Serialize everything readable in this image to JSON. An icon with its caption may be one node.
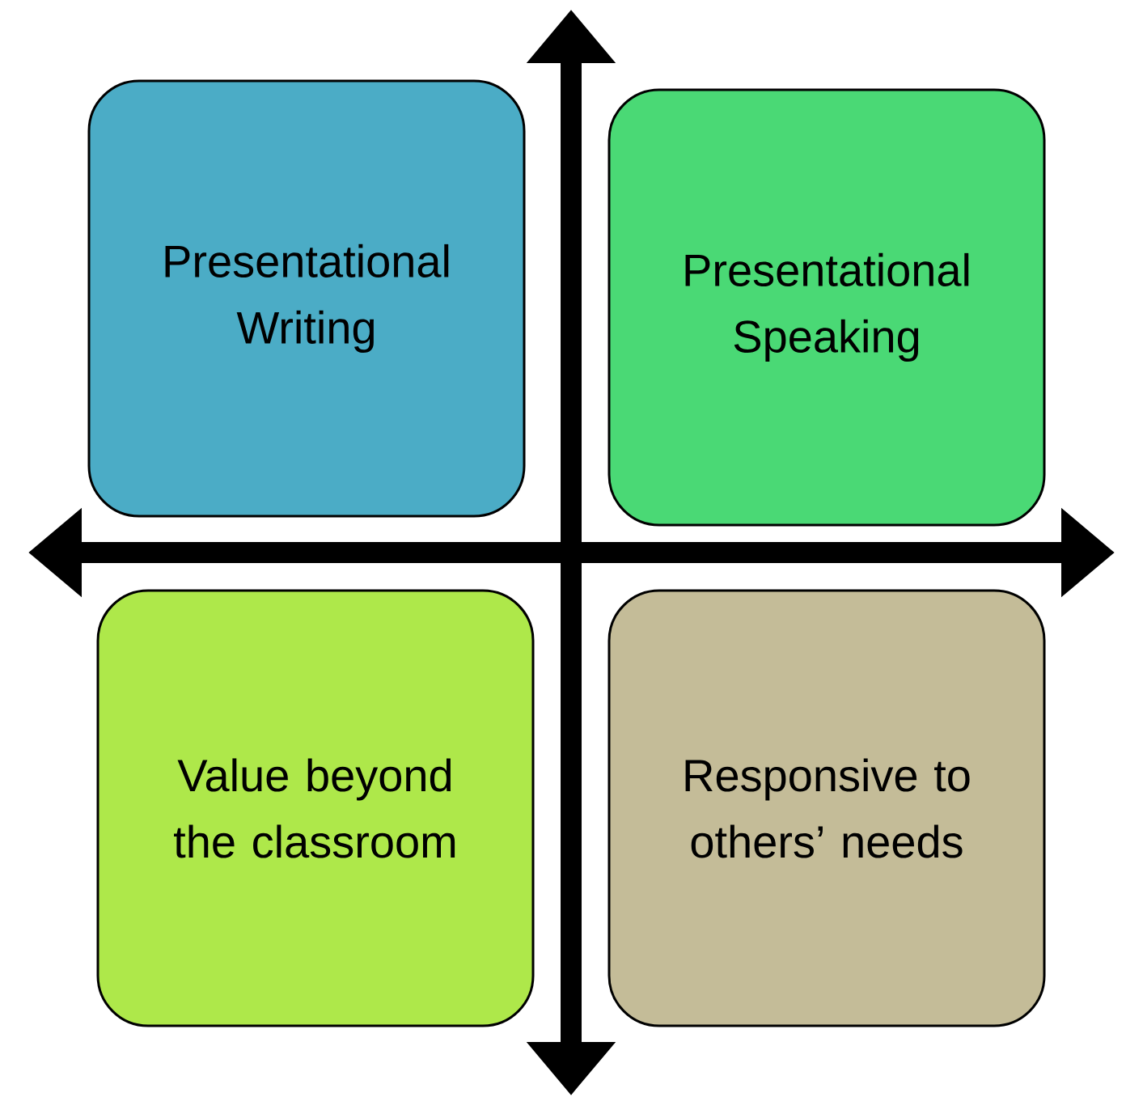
{
  "diagram": {
    "nodes": [
      {
        "text": [
          "Presentational Writing"
        ]
      },
      {
        "text": [
          "Presentational Speaking"
        ]
      },
      {
        "text": [
          "Value beyond the classroom"
        ]
      },
      {
        "text": [
          "Responsive to others’ needs"
        ]
      }
    ]
  }
}
